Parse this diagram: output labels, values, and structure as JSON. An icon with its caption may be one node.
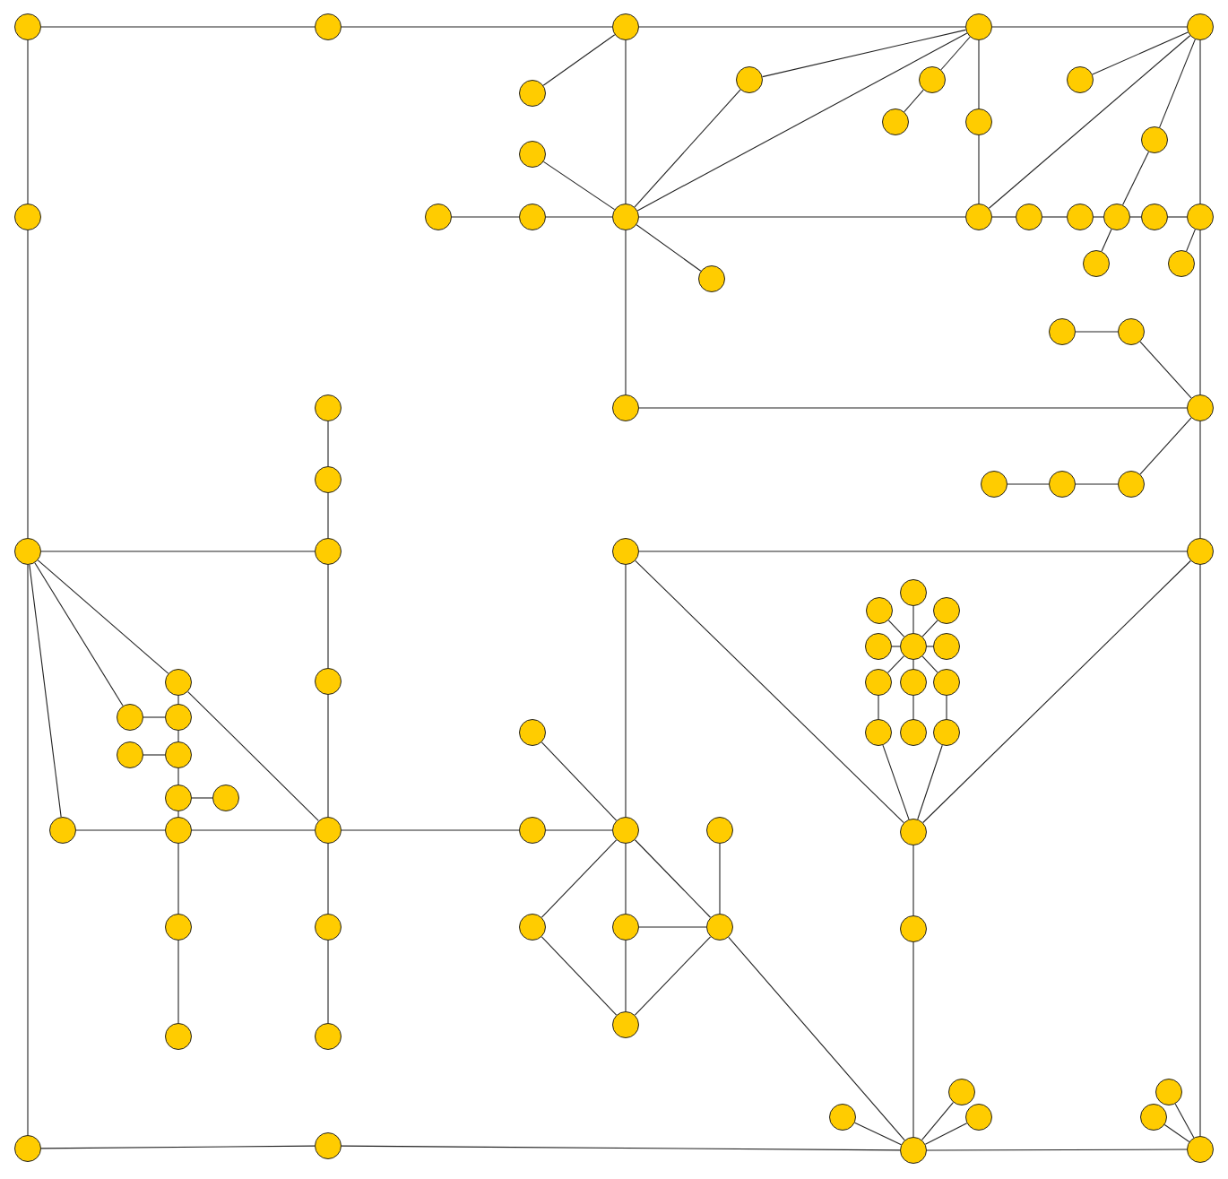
{
  "diagram": {
    "nodes": [
      {
        "text": [],
        "shape": "circle"
      },
      {
        "text": [],
        "shape": "circle"
      },
      {
        "text": [],
        "shape": "circle"
      },
      {
        "text": [],
        "shape": "circle"
      },
      {
        "text": [],
        "shape": "circle"
      },
      {
        "text": [],
        "shape": "circle"
      },
      {
        "text": [],
        "shape": "circle"
      },
      {
        "text": [],
        "shape": "circle"
      },
      {
        "text": [],
        "shape": "circle"
      },
      {
        "text": [],
        "shape": "circle"
      },
      {
        "text": [],
        "shape": "circle"
      },
      {
        "text": [],
        "shape": "circle"
      },
      {
        "text": [],
        "shape": "circle"
      },
      {
        "text": [],
        "shape": "circle"
      },
      {
        "text": [],
        "shape": "circle"
      },
      {
        "text": [],
        "shape": "circle"
      },
      {
        "text": [],
        "shape": "circle"
      },
      {
        "text": [],
        "shape": "circle"
      },
      {
        "text": [],
        "shape": "circle"
      },
      {
        "text": [],
        "shape": "circle"
      },
      {
        "text": [],
        "shape": "circle"
      },
      {
        "text": [],
        "shape": "circle"
      },
      {
        "text": [],
        "shape": "circle"
      },
      {
        "text": [],
        "shape": "circle"
      },
      {
        "text": [],
        "shape": "circle"
      },
      {
        "text": [],
        "shape": "circle"
      },
      {
        "text": [],
        "shape": "circle"
      },
      {
        "text": [],
        "shape": "circle"
      },
      {
        "text": [],
        "shape": "circle"
      },
      {
        "text": [],
        "shape": "circle"
      },
      {
        "text": [],
        "shape": "circle"
      },
      {
        "text": [],
        "shape": "circle"
      },
      {
        "text": [],
        "shape": "circle"
      },
      {
        "text": [],
        "shape": "circle"
      },
      {
        "text": [],
        "shape": "circle"
      },
      {
        "text": [],
        "shape": "circle"
      },
      {
        "text": [],
        "shape": "circle"
      },
      {
        "text": [],
        "shape": "circle"
      },
      {
        "text": [],
        "shape": "circle"
      },
      {
        "text": [],
        "shape": "circle"
      },
      {
        "text": [],
        "shape": "circle"
      },
      {
        "text": [],
        "shape": "circle"
      },
      {
        "text": [],
        "shape": "circle"
      },
      {
        "text": [],
        "shape": "circle"
      },
      {
        "text": [],
        "shape": "circle"
      },
      {
        "text": [],
        "shape": "circle"
      },
      {
        "text": [],
        "shape": "circle"
      },
      {
        "text": [],
        "shape": "circle"
      },
      {
        "text": [],
        "shape": "circle"
      },
      {
        "text": [],
        "shape": "circle"
      },
      {
        "text": [],
        "shape": "circle"
      },
      {
        "text": [],
        "shape": "circle"
      },
      {
        "text": [],
        "shape": "circle"
      },
      {
        "text": [],
        "shape": "circle"
      },
      {
        "text": [],
        "shape": "circle"
      },
      {
        "text": [],
        "shape": "circle"
      },
      {
        "text": [],
        "shape": "circle"
      },
      {
        "text": [],
        "shape": "circle"
      },
      {
        "text": [],
        "shape": "circle"
      },
      {
        "text": [],
        "shape": "circle"
      },
      {
        "text": [],
        "shape": "circle"
      },
      {
        "text": [],
        "shape": "circle"
      },
      {
        "text": [],
        "shape": "circle"
      },
      {
        "text": [],
        "shape": "circle"
      },
      {
        "text": [],
        "shape": "circle"
      },
      {
        "text": [],
        "shape": "circle"
      },
      {
        "text": [],
        "shape": "circle"
      },
      {
        "text": [],
        "shape": "circle"
      },
      {
        "text": [],
        "shape": "circle"
      },
      {
        "text": [],
        "shape": "circle"
      },
      {
        "text": [],
        "shape": "circle"
      },
      {
        "text": [],
        "shape": "circle"
      },
      {
        "text": [],
        "shape": "circle"
      },
      {
        "text": [],
        "shape": "circle"
      },
      {
        "text": [],
        "shape": "circle"
      },
      {
        "text": [],
        "shape": "circle"
      },
      {
        "text": [],
        "shape": "circle"
      },
      {
        "text": [],
        "shape": "circle"
      },
      {
        "text": [],
        "shape": "circle"
      },
      {
        "text": [],
        "shape": "circle"
      },
      {
        "text": [],
        "shape": "circle"
      },
      {
        "text": [],
        "shape": "circle"
      },
      {
        "text": [],
        "shape": "circle"
      },
      {
        "text": [],
        "shape": "circle"
      },
      {
        "text": [],
        "shape": "circle"
      }
    ],
    "edges": [
      {
        "from": 0,
        "to": 1,
        "arrow": "none"
      },
      {
        "from": 1,
        "to": 2,
        "arrow": "none"
      },
      {
        "from": 2,
        "to": 3,
        "arrow": "none"
      },
      {
        "from": 3,
        "to": 4,
        "arrow": "none"
      },
      {
        "from": 0,
        "to": 13,
        "arrow": "none"
      },
      {
        "from": 13,
        "to": 35,
        "arrow": "none"
      },
      {
        "from": 35,
        "to": 81,
        "arrow": "none"
      },
      {
        "from": 81,
        "to": 82,
        "arrow": "none"
      },
      {
        "from": 82,
        "to": 83,
        "arrow": "none"
      },
      {
        "from": 83,
        "to": 84,
        "arrow": "none"
      },
      {
        "from": 2,
        "to": 8,
        "arrow": "none"
      },
      {
        "from": 2,
        "to": 16,
        "arrow": "none"
      },
      {
        "from": 3,
        "to": 5,
        "arrow": "none"
      },
      {
        "from": 5,
        "to": 16,
        "arrow": "none"
      },
      {
        "from": 3,
        "to": 16,
        "arrow": "none"
      },
      {
        "from": 3,
        "to": 6,
        "arrow": "none"
      },
      {
        "from": 6,
        "to": 9,
        "arrow": "none"
      },
      {
        "from": 3,
        "to": 10,
        "arrow": "none"
      },
      {
        "from": 10,
        "to": 17,
        "arrow": "none"
      },
      {
        "from": 4,
        "to": 7,
        "arrow": "none"
      },
      {
        "from": 4,
        "to": 17,
        "arrow": "none"
      },
      {
        "from": 4,
        "to": 11,
        "arrow": "none"
      },
      {
        "from": 11,
        "to": 20,
        "arrow": "none"
      },
      {
        "from": 4,
        "to": 22,
        "arrow": "none"
      },
      {
        "from": 12,
        "to": 16,
        "arrow": "none"
      },
      {
        "from": 14,
        "to": 15,
        "arrow": "none"
      },
      {
        "from": 15,
        "to": 16,
        "arrow": "none"
      },
      {
        "from": 16,
        "to": 17,
        "arrow": "none"
      },
      {
        "from": 16,
        "to": 25,
        "arrow": "none"
      },
      {
        "from": 16,
        "to": 29,
        "arrow": "none"
      },
      {
        "from": 17,
        "to": 18,
        "arrow": "none"
      },
      {
        "from": 18,
        "to": 19,
        "arrow": "none"
      },
      {
        "from": 19,
        "to": 20,
        "arrow": "none"
      },
      {
        "from": 20,
        "to": 21,
        "arrow": "none"
      },
      {
        "from": 21,
        "to": 22,
        "arrow": "none"
      },
      {
        "from": 20,
        "to": 23,
        "arrow": "none"
      },
      {
        "from": 22,
        "to": 24,
        "arrow": "none"
      },
      {
        "from": 22,
        "to": 30,
        "arrow": "none"
      },
      {
        "from": 26,
        "to": 27,
        "arrow": "none"
      },
      {
        "from": 27,
        "to": 30,
        "arrow": "none"
      },
      {
        "from": 29,
        "to": 30,
        "arrow": "none"
      },
      {
        "from": 30,
        "to": 34,
        "arrow": "none"
      },
      {
        "from": 32,
        "to": 33,
        "arrow": "none"
      },
      {
        "from": 33,
        "to": 34,
        "arrow": "none"
      },
      {
        "from": 30,
        "to": 38,
        "arrow": "none"
      },
      {
        "from": 28,
        "to": 31,
        "arrow": "none"
      },
      {
        "from": 31,
        "to": 36,
        "arrow": "none"
      },
      {
        "from": 35,
        "to": 36,
        "arrow": "none"
      },
      {
        "from": 36,
        "to": 46,
        "arrow": "none"
      },
      {
        "from": 46,
        "to": 62,
        "arrow": "none"
      },
      {
        "from": 62,
        "to": 68,
        "arrow": "none"
      },
      {
        "from": 68,
        "to": 75,
        "arrow": "none"
      },
      {
        "from": 35,
        "to": 45,
        "arrow": "none"
      },
      {
        "from": 45,
        "to": 62,
        "arrow": "none"
      },
      {
        "from": 35,
        "to": 50,
        "arrow": "none"
      },
      {
        "from": 35,
        "to": 60,
        "arrow": "none"
      },
      {
        "from": 45,
        "to": 51,
        "arrow": "none"
      },
      {
        "from": 50,
        "to": 51,
        "arrow": "none"
      },
      {
        "from": 51,
        "to": 57,
        "arrow": "none"
      },
      {
        "from": 56,
        "to": 57,
        "arrow": "none"
      },
      {
        "from": 57,
        "to": 58,
        "arrow": "none"
      },
      {
        "from": 58,
        "to": 59,
        "arrow": "none"
      },
      {
        "from": 58,
        "to": 61,
        "arrow": "none"
      },
      {
        "from": 60,
        "to": 61,
        "arrow": "none"
      },
      {
        "from": 61,
        "to": 62,
        "arrow": "none"
      },
      {
        "from": 61,
        "to": 67,
        "arrow": "none"
      },
      {
        "from": 67,
        "to": 74,
        "arrow": "none"
      },
      {
        "from": 62,
        "to": 63,
        "arrow": "none"
      },
      {
        "from": 63,
        "to": 64,
        "arrow": "none"
      },
      {
        "from": 52,
        "to": 64,
        "arrow": "none"
      },
      {
        "from": 37,
        "to": 64,
        "arrow": "none"
      },
      {
        "from": 37,
        "to": 38,
        "arrow": "none"
      },
      {
        "from": 37,
        "to": 66,
        "arrow": "none"
      },
      {
        "from": 38,
        "to": 66,
        "arrow": "none"
      },
      {
        "from": 64,
        "to": 69,
        "arrow": "none"
      },
      {
        "from": 64,
        "to": 70,
        "arrow": "none"
      },
      {
        "from": 64,
        "to": 71,
        "arrow": "none"
      },
      {
        "from": 65,
        "to": 71,
        "arrow": "none"
      },
      {
        "from": 69,
        "to": 73,
        "arrow": "none"
      },
      {
        "from": 70,
        "to": 73,
        "arrow": "none"
      },
      {
        "from": 71,
        "to": 73,
        "arrow": "none"
      },
      {
        "from": 70,
        "to": 71,
        "arrow": "none"
      },
      {
        "from": 71,
        "to": 83,
        "arrow": "none"
      },
      {
        "from": 39,
        "to": 43,
        "arrow": "none"
      },
      {
        "from": 40,
        "to": 43,
        "arrow": "none"
      },
      {
        "from": 41,
        "to": 43,
        "arrow": "none"
      },
      {
        "from": 42,
        "to": 43,
        "arrow": "none"
      },
      {
        "from": 43,
        "to": 44,
        "arrow": "none"
      },
      {
        "from": 43,
        "to": 47,
        "arrow": "none"
      },
      {
        "from": 43,
        "to": 48,
        "arrow": "none"
      },
      {
        "from": 43,
        "to": 49,
        "arrow": "none"
      },
      {
        "from": 47,
        "to": 53,
        "arrow": "none"
      },
      {
        "from": 48,
        "to": 54,
        "arrow": "none"
      },
      {
        "from": 49,
        "to": 55,
        "arrow": "none"
      },
      {
        "from": 53,
        "to": 66,
        "arrow": "none"
      },
      {
        "from": 55,
        "to": 66,
        "arrow": "none"
      },
      {
        "from": 66,
        "to": 72,
        "arrow": "none"
      },
      {
        "from": 72,
        "to": 83,
        "arrow": "none"
      },
      {
        "from": 78,
        "to": 83,
        "arrow": "none"
      },
      {
        "from": 76,
        "to": 83,
        "arrow": "none"
      },
      {
        "from": 79,
        "to": 83,
        "arrow": "none"
      },
      {
        "from": 77,
        "to": 84,
        "arrow": "none"
      },
      {
        "from": 80,
        "to": 84,
        "arrow": "none"
      },
      {
        "from": 38,
        "to": 84,
        "arrow": "none"
      }
    ]
  }
}
